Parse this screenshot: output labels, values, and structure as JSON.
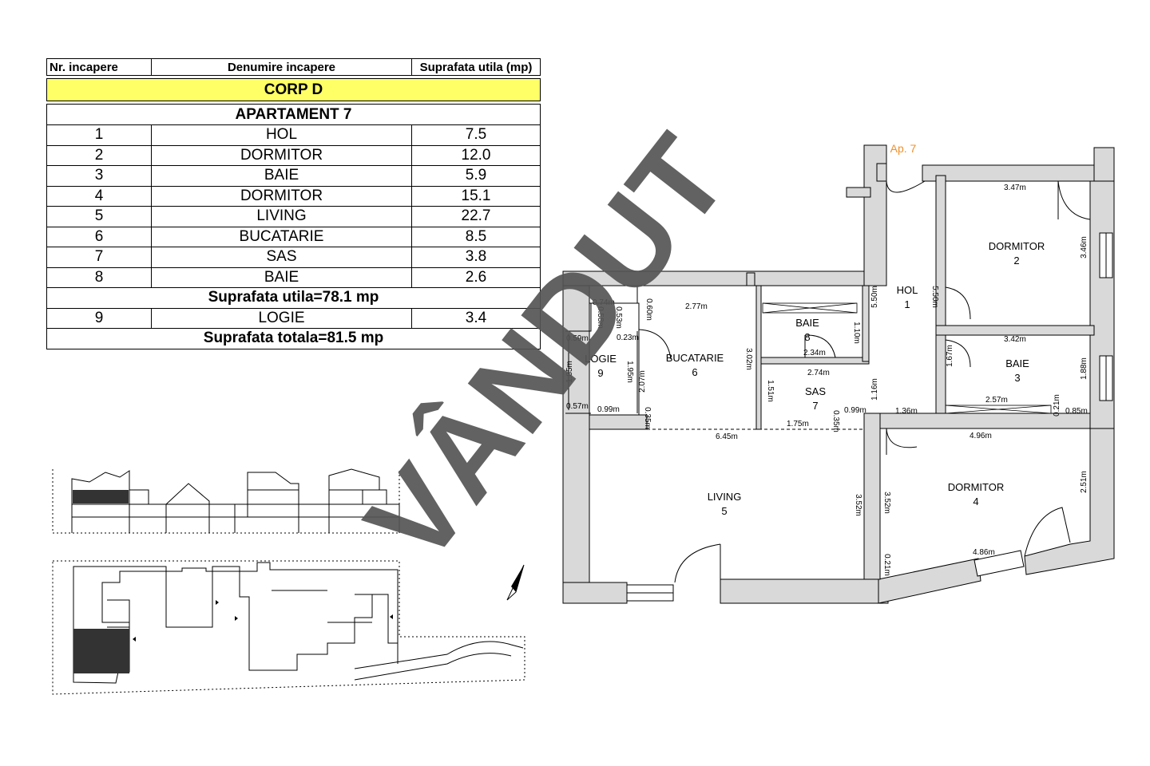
{
  "table": {
    "headers": [
      "Nr. incapere",
      "Denumire incapere",
      "Suprafata utila (mp)"
    ],
    "building": "CORP D",
    "apartment": "APARTAMENT 7",
    "rooms": [
      {
        "nr": "1",
        "name": "HOL",
        "area": "7.5"
      },
      {
        "nr": "2",
        "name": "DORMITOR",
        "area": "12.0"
      },
      {
        "nr": "3",
        "name": "BAIE",
        "area": "5.9"
      },
      {
        "nr": "4",
        "name": "DORMITOR",
        "area": "15.1"
      },
      {
        "nr": "5",
        "name": "LIVING",
        "area": "22.7"
      },
      {
        "nr": "6",
        "name": "BUCATARIE",
        "area": "8.5"
      },
      {
        "nr": "7",
        "name": "SAS",
        "area": "3.8"
      },
      {
        "nr": "8",
        "name": "BAIE",
        "area": "2.6"
      }
    ],
    "subtotal": "Suprafata utila=78.1 mp",
    "extra_room": {
      "nr": "9",
      "name": "LOGIE",
      "area": "3.4"
    },
    "total": "Suprafata totala=81.5 mp"
  },
  "plan": {
    "entrance_label": "Ap. 7",
    "stamp": "VÂNDUT",
    "rooms": [
      {
        "name": "HOL",
        "nr": "1"
      },
      {
        "name": "DORMITOR",
        "nr": "2"
      },
      {
        "name": "BAIE",
        "nr": "3"
      },
      {
        "name": "DORMITOR",
        "nr": "4"
      },
      {
        "name": "LIVING",
        "nr": "5"
      },
      {
        "name": "BUCATARIE",
        "nr": "6"
      },
      {
        "name": "SAS",
        "nr": "7"
      },
      {
        "name": "BAIE",
        "nr": "8"
      },
      {
        "name": "LOGIE",
        "nr": "9"
      }
    ],
    "dimensions": [
      "3.47m",
      "3.46m",
      "5.50m",
      "5.50m",
      "3.42m",
      "1.67m",
      "1.88m",
      "2.57m",
      "0.21m",
      "0.85m",
      "1.36m",
      "4.96m",
      "2.51m",
      "4.86m",
      "3.52m",
      "0.21m",
      "3.52m",
      "6.45m",
      "1.75m",
      "0.35m",
      "0.99m",
      "1.16m",
      "2.74m",
      "1.51m",
      "2.34m",
      "1.10m",
      "3.02m",
      "2.77m",
      "0.60m",
      "0.74m",
      "0.58m",
      "0.53m",
      "0.23m",
      "0.59m",
      "1.85m",
      "1.95m",
      "2.07m",
      "0.57m",
      "0.99m",
      "0.35m"
    ]
  },
  "colors": {
    "wall": "#d9d9d9",
    "highlight": "#ffff66",
    "stamp": "#555555",
    "accent": "#f0902a",
    "dark_block": "#333333"
  }
}
